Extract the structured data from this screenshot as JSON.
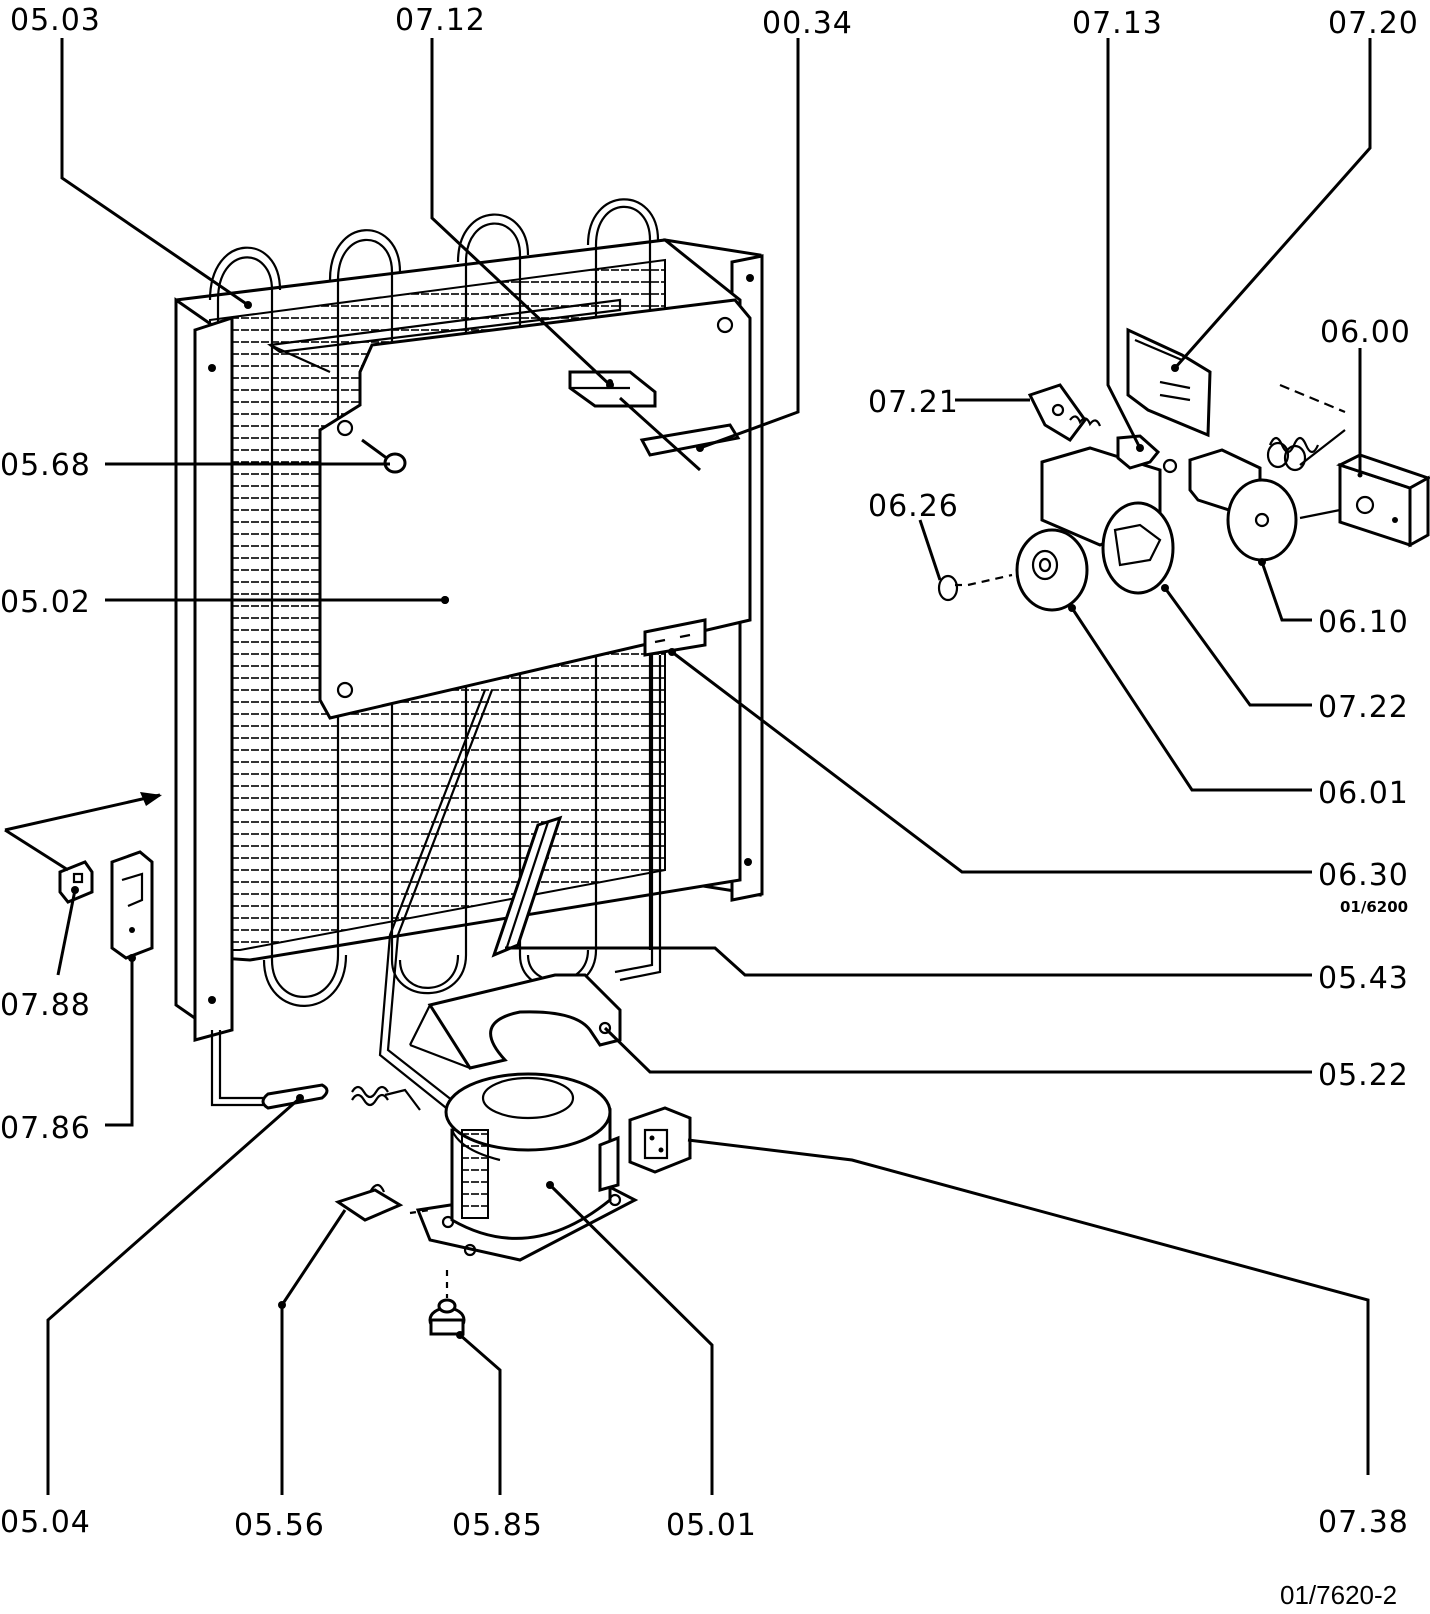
{
  "labels": {
    "p0503": "05.03",
    "p0712": "07.12",
    "p0034": "00.34",
    "p0713": "07.13",
    "p0720": "07.20",
    "p0600": "06.00",
    "p0721": "07.21",
    "p0626": "06.26",
    "p0610": "06.10",
    "p0722": "07.22",
    "p0601": "06.01",
    "p0630": "06.30",
    "p0630_sub": "01/6200",
    "p0543": "05.43",
    "p0522": "05.22",
    "p0738": "07.38",
    "p0568": "05.68",
    "p0502": "05.02",
    "p0788": "07.88",
    "p0786": "07.86",
    "p0504": "05.04",
    "p0556": "05.56",
    "p0585": "05.85",
    "p0501": "05.01"
  },
  "drawing_ref": "01/7620-2"
}
